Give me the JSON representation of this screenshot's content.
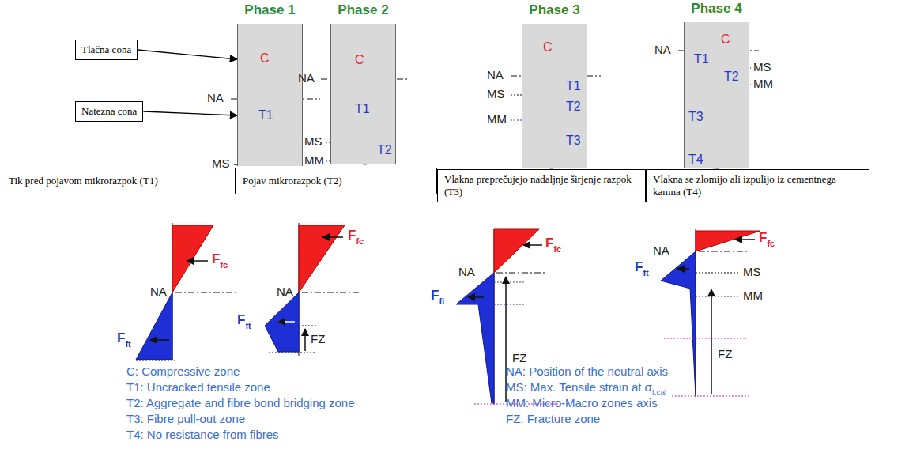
{
  "diagram": {
    "nodes": [
      {
        "text": [
          "Tlačna cona"
        ]
      },
      {
        "text": [
          "Natezna cona"
        ]
      },
      {
        "text": [
          "Phase 1",
          "C",
          "T1"
        ]
      },
      {
        "text": [
          "Phase 2",
          "C",
          "T1",
          "T2"
        ]
      },
      {
        "text": [
          "Phase 3",
          "C",
          "T1",
          "T2",
          "T3"
        ]
      },
      {
        "text": [
          "Phase 4",
          "C",
          "T1",
          "T2",
          "T3",
          "T4"
        ]
      },
      {
        "text": [
          "Tik pred pojavom mikrorazpok (T1)"
        ]
      },
      {
        "text": [
          "Pojav mikrorazpok (T2)"
        ]
      },
      {
        "text": [
          "Vlakna preprečujejo nadaljnje širjenje razpok (T3)"
        ]
      },
      {
        "text": [
          "Vlakna se zlomijo ali izpulijo iz cementnega kamna (T4)"
        ]
      }
    ],
    "edges": [
      {
        "from": 0,
        "to": 2,
        "arrow": "to"
      },
      {
        "from": 1,
        "to": 2,
        "arrow": "to"
      }
    ],
    "labels": [
      "NA",
      "MS",
      "NA",
      "MS",
      "MM",
      "NA",
      "MS",
      "MM",
      "NA",
      "MS",
      "MM",
      "F",
      "fc",
      "NA",
      "F",
      "ft",
      "F",
      "fc",
      "NA",
      "F",
      "ft",
      "FZ",
      "NA",
      "F",
      "fc",
      "F",
      "ft",
      "FZ",
      "NA",
      "F",
      "fc",
      "MS",
      "MM",
      "F",
      "ft",
      "FZ",
      "C:  Compressive zone",
      "T1: Uncracked tensile zone",
      "T2: Aggregate and fibre bond bridging zone",
      "T3: Fibre pull-out zone",
      "T4: No resistance from fibres",
      "NA: Position of the neutral axis",
      "MS: Max. Tensile strain at σ",
      "t.cal",
      "MM: Micro-Macro zones axis",
      "FZ: Fracture zone"
    ]
  }
}
